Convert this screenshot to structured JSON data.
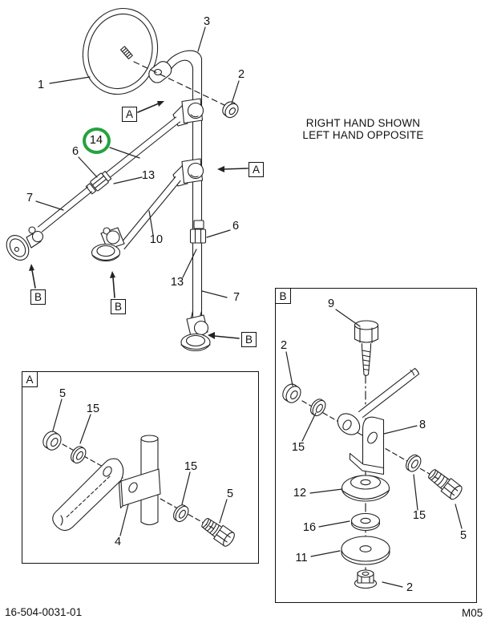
{
  "figure": {
    "note_line1": "RIGHT HAND SHOWN",
    "note_line2": "LEFT HAND OPPOSITE",
    "footer_left": "16-504-0031-01",
    "footer_right": "M05",
    "highlight_green": "#23a33f"
  },
  "main_view": {
    "callout_1": "1",
    "callout_2": "2",
    "callout_3": "3",
    "callout_6_left": "6",
    "callout_6_right": "6",
    "callout_7_left": "7",
    "callout_7_bottom": "7",
    "callout_10": "10",
    "callout_13_left": "13",
    "callout_13_right": "13",
    "callout_14": "14",
    "ref_a_left": "A",
    "ref_a_right": "A",
    "ref_b_left": "B",
    "ref_b_mid": "B",
    "ref_b_bottom": "B"
  },
  "inset_a": {
    "label": "A",
    "callout_5_top": "5",
    "callout_15_top": "15",
    "callout_4": "4",
    "callout_15_right": "15",
    "callout_5_right": "5"
  },
  "inset_b": {
    "label": "B",
    "callout_9": "9",
    "callout_2_top": "2",
    "callout_15_left": "15",
    "callout_8": "8",
    "callout_12": "12",
    "callout_16": "16",
    "callout_11": "11",
    "callout_2_bottom": "2",
    "callout_15_right": "15",
    "callout_5": "5"
  }
}
